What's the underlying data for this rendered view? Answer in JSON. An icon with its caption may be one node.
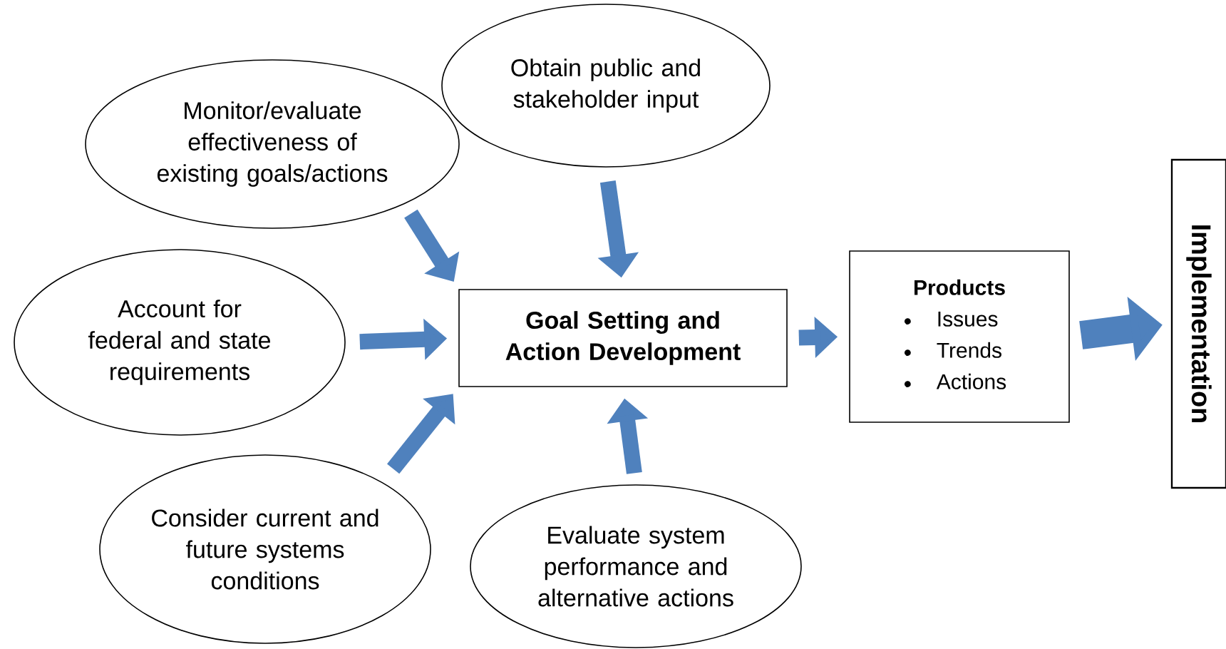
{
  "diagram": {
    "nodes": [
      {
        "text": [
          "Obtain public and stakeholder input"
        ]
      },
      {
        "text": [
          "Monitor/evaluate effectiveness of existing goals/actions"
        ]
      },
      {
        "text": [
          "Account for federal and state requirements"
        ]
      },
      {
        "text": [
          "Consider current and future systems conditions"
        ]
      },
      {
        "text": [
          "Evaluate system performance and alternative actions"
        ]
      },
      {
        "text": [
          "Goal Setting and Action Development"
        ]
      },
      {
        "text": [
          "Products",
          "Issues",
          "Trends",
          "Actions"
        ]
      },
      {
        "text": [
          "Implementation"
        ]
      }
    ],
    "edges": [
      {
        "from": 0,
        "to": 5,
        "arrow": "to"
      },
      {
        "from": 1,
        "to": 5,
        "arrow": "to"
      },
      {
        "from": 2,
        "to": 5,
        "arrow": "to"
      },
      {
        "from": 3,
        "to": 5,
        "arrow": "to"
      },
      {
        "from": 4,
        "to": 5,
        "arrow": "to"
      },
      {
        "from": 5,
        "to": 6,
        "arrow": "to"
      },
      {
        "from": 6,
        "to": 7,
        "arrow": "to",
        "style": "thick"
      }
    ]
  }
}
